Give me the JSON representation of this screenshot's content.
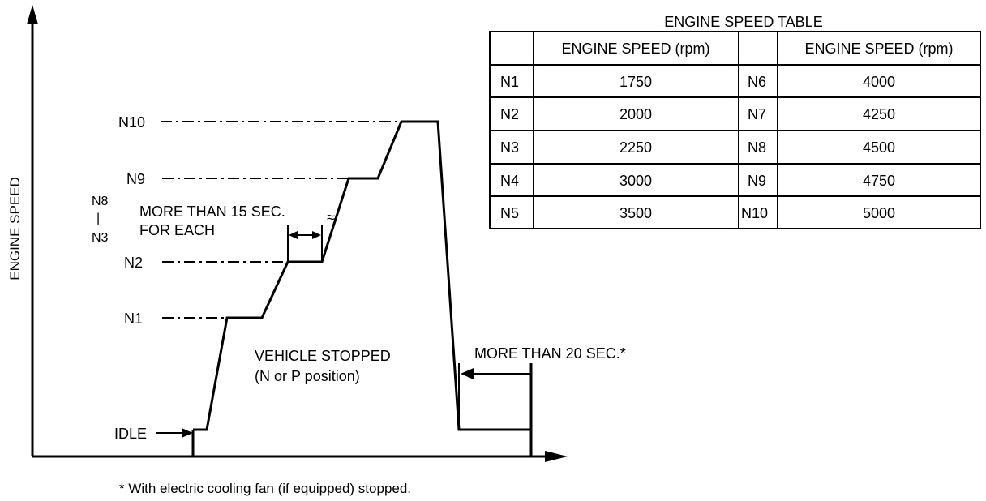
{
  "diagram": {
    "y_axis_label": "ENGINE SPEED",
    "level_labels": {
      "n10": "N10",
      "n9": "N9",
      "n8": "N8",
      "n8_n3_dash": "|",
      "n3": "N3",
      "n2": "N2",
      "n1": "N1",
      "idle": "IDLE"
    },
    "annotations": {
      "hold_line1": "MORE THAN 15 SEC.",
      "hold_line2": "FOR EACH",
      "vehicle_line1": "VEHICLE STOPPED",
      "vehicle_line2": "(N or P position)",
      "wait_label": "MORE THAN 20 SEC.*",
      "break_mark": "≈"
    },
    "footnote": "* With electric cooling fan (if equipped) stopped."
  },
  "table": {
    "title": "ENGINE SPEED TABLE",
    "header": "ENGINE SPEED (rpm)",
    "rows": [
      {
        "n_left": "N1",
        "v_left": "1750",
        "n_right": "N6",
        "v_right": "4000"
      },
      {
        "n_left": "N2",
        "v_left": "2000",
        "n_right": "N7",
        "v_right": "4250"
      },
      {
        "n_left": "N3",
        "v_left": "2250",
        "n_right": "N8",
        "v_right": "4500"
      },
      {
        "n_left": "N4",
        "v_left": "3000",
        "n_right": "N9",
        "v_right": "4750"
      },
      {
        "n_left": "N5",
        "v_left": "3500",
        "n_right": "N10",
        "v_right": "5000"
      }
    ]
  }
}
